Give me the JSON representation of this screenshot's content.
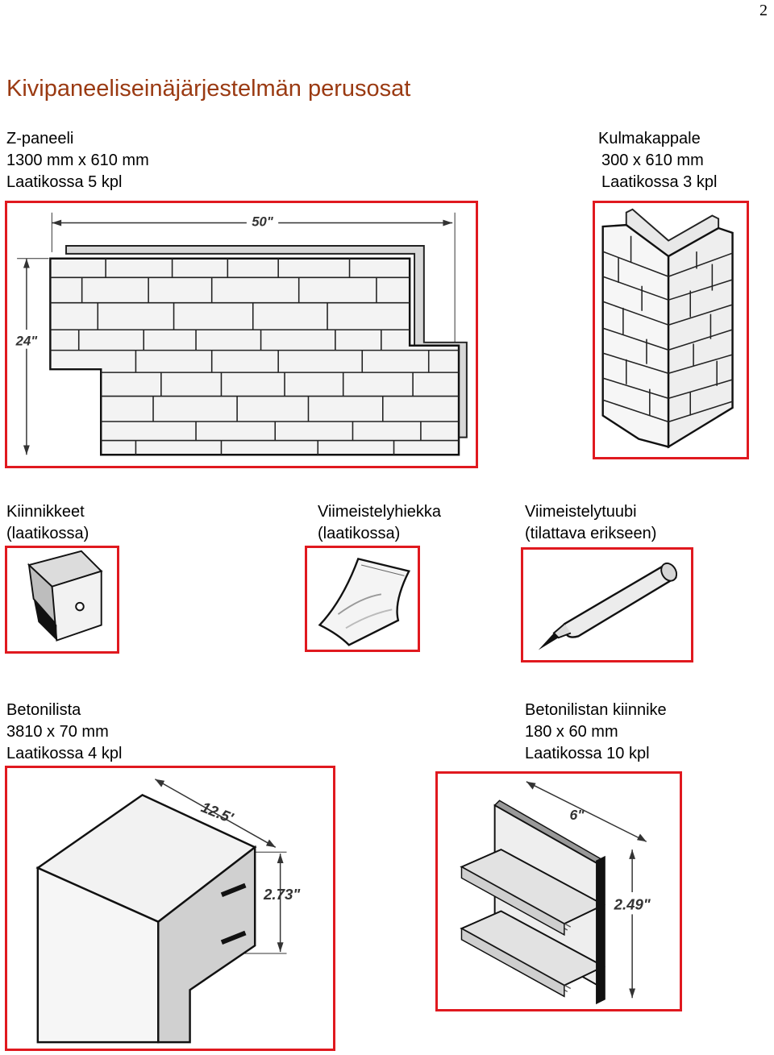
{
  "page": {
    "number": "2",
    "title": "Kivipaneeliseinäjärjestelmän perusosat"
  },
  "items": {
    "z_panel": {
      "lines": [
        "Z-paneeli",
        "1300 mm x  610 mm",
        "Laatikossa 5 kpl"
      ],
      "dims": {
        "width": "50\"",
        "height": "24\""
      }
    },
    "corner": {
      "lines": [
        "Kulmakappale",
        "300 x 610 mm",
        "Laatikossa 3 kpl"
      ]
    },
    "fasteners": {
      "lines": [
        "Kiinnikkeet",
        "(laatikossa)"
      ]
    },
    "finishing_sand": {
      "lines": [
        "Viimeistelyhiekka",
        "(laatikossa)"
      ]
    },
    "finishing_tube": {
      "lines": [
        "Viimeistelytuubi",
        "(tilattava erikseen)"
      ]
    },
    "concrete_strip": {
      "lines": [
        "Betonilista",
        "3810 x 70 mm",
        "Laatikossa 4 kpl"
      ],
      "dims": {
        "length": "12.5'",
        "height": "2.73\""
      }
    },
    "strip_bracket": {
      "lines": [
        "Betonilistan kiinnike",
        "180 x 60 mm",
        "Laatikossa 10 kpl"
      ],
      "dims": {
        "width": "6\"",
        "height": "2.49\""
      }
    }
  }
}
